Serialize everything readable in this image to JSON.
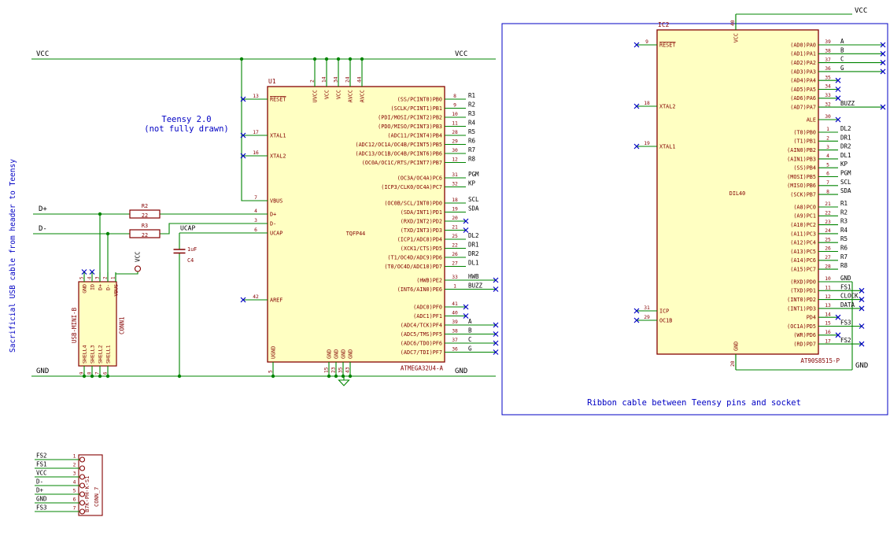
{
  "side_note": "Sacrificial USB cable from header to Teensy",
  "teensy_note": [
    "Teensy 2.0",
    "(not fully drawn)"
  ],
  "ribbon_note": "Ribbon cable between Teensy pins and socket",
  "power": {
    "vcc": "VCC",
    "gnd": "GND"
  },
  "nets": {
    "dplus": "D+",
    "dminus": "D-",
    "ucap": "UCAP"
  },
  "r2": {
    "ref": "R2",
    "value": "22"
  },
  "r3": {
    "ref": "R3",
    "value": "22"
  },
  "c4": {
    "ref": "C4",
    "value": "1uF"
  },
  "u1": {
    "ref": "U1",
    "package": "TQFP44",
    "part": "ATMEGA32U4-A",
    "left_pins": [
      {
        "name": "RESET",
        "num": "13",
        "nc": true,
        "bar": true
      },
      {
        "name": "XTAL1",
        "num": "17",
        "nc": true
      },
      {
        "name": "XTAL2",
        "num": "16",
        "nc": true
      },
      {
        "name": "VBUS",
        "num": "7"
      },
      {
        "name": "D+",
        "num": "4"
      },
      {
        "name": "D-",
        "num": "3"
      },
      {
        "name": "UCAP",
        "num": "6"
      },
      {
        "name": "AREF",
        "num": "42",
        "nc": true
      }
    ],
    "top_pins": [
      {
        "name": "UVCC",
        "num": "2"
      },
      {
        "name": "VCC",
        "num": "14"
      },
      {
        "name": "VCC",
        "num": "34"
      },
      {
        "name": "AVCC",
        "num": "24"
      },
      {
        "name": "AVCC",
        "num": "44"
      }
    ],
    "bottom_pins": [
      {
        "name": "UGND",
        "num": "5"
      },
      {
        "name": "GND",
        "num": "15"
      },
      {
        "name": "GND",
        "num": "23"
      },
      {
        "name": "GND",
        "num": "35"
      },
      {
        "name": "GND",
        "num": "43"
      }
    ],
    "right_pins": [
      {
        "name": "(SS/PCINT0)PB0",
        "num": "8",
        "net": "R1"
      },
      {
        "name": "(SCLK/PCINT1)PB1",
        "num": "9",
        "net": "R2"
      },
      {
        "name": "(PDI/MOSI/PCINT2)PB2",
        "num": "10",
        "net": "R3"
      },
      {
        "name": "(PDO/MISO/PCINT3)PB3",
        "num": "11",
        "net": "R4"
      },
      {
        "name": "(ADC11/PCINT4)PB4",
        "num": "28",
        "net": "R5"
      },
      {
        "name": "(ADC12/OC1A/OC4B/PCINT5)PB5",
        "num": "29",
        "net": "R6"
      },
      {
        "name": "(ADC13/OC1B/OC4B/PCINT6)PB6",
        "num": "30",
        "net": "R7"
      },
      {
        "name": "(OC0A/OC1C/RTS/PCINT7)PB7",
        "num": "12",
        "net": "R8"
      },
      {
        "name": "(OC3A/OC4A)PC6",
        "num": "31",
        "net": "PGM"
      },
      {
        "name": "(ICP3/CLK0/OC4A)PC7",
        "num": "32",
        "net": "KP"
      },
      {
        "name": "(OC0B/SCL/INT0)PD0",
        "num": "18",
        "net": "SCL"
      },
      {
        "name": "(SDA/INT1)PD1",
        "num": "19",
        "net": "SDA"
      },
      {
        "name": "(RXD/INT2)PD2",
        "num": "20",
        "nc": true
      },
      {
        "name": "(TXD/INT3)PD3",
        "num": "21",
        "nc": true
      },
      {
        "name": "(ICP1/ADC8)PD4",
        "num": "25",
        "net": "DL2"
      },
      {
        "name": "(XCK1/CTS)PD5",
        "num": "22",
        "net": "DR1"
      },
      {
        "name": "(T1/OC4D/ADC9)PD6",
        "num": "26",
        "net": "DR2"
      },
      {
        "name": "(T0/OC4D/ADC10)PD7",
        "num": "27",
        "net": "DL1"
      },
      {
        "name": "(HWB)PE2",
        "num": "33",
        "net": "HWB",
        "nc": true,
        "ext": true
      },
      {
        "name": "(INT6/AIN0)PE6",
        "num": "1",
        "net": "BUZZ",
        "nc": true,
        "ext": true
      },
      {
        "name": "(ADC0)PF0",
        "num": "41",
        "nc": true
      },
      {
        "name": "(ADC1)PF1",
        "num": "40",
        "nc": true
      },
      {
        "name": "(ADC4/TCK)PF4",
        "num": "39",
        "net": "A",
        "nc": true,
        "ext": true
      },
      {
        "name": "(ADC5/TMS)PF5",
        "num": "38",
        "net": "B",
        "nc": true,
        "ext": true
      },
      {
        "name": "(ADC6/TDO)PF6",
        "num": "37",
        "net": "C",
        "nc": true,
        "ext": true
      },
      {
        "name": "(ADC7/TDI)PF7",
        "num": "36",
        "net": "G",
        "nc": true,
        "ext": true
      }
    ]
  },
  "ic2": {
    "ref": "IC2",
    "package": "DIL40",
    "part": "AT90S8515-P",
    "left_pins": [
      {
        "name": "RESET",
        "num": "9",
        "nc": true,
        "bar": true
      },
      {
        "name": "XTAL2",
        "num": "18",
        "nc": true
      },
      {
        "name": "XTAL1",
        "num": "19",
        "nc": true
      },
      {
        "name": "ICP",
        "num": "31",
        "nc": true
      },
      {
        "name": "OC1B",
        "num": "29",
        "nc": true
      }
    ],
    "top_pins": [
      {
        "name": "VCC",
        "num": "40"
      }
    ],
    "bottom_pins": [
      {
        "name": "GND",
        "num": "20"
      }
    ],
    "right_pins": [
      {
        "name": "(AD0)PA0",
        "num": "39",
        "net": "A",
        "nc": true,
        "ext": true
      },
      {
        "name": "(AD1)PA1",
        "num": "38",
        "net": "B",
        "nc": true,
        "ext": true
      },
      {
        "name": "(AD2)PA2",
        "num": "37",
        "net": "C",
        "nc": true,
        "ext": true
      },
      {
        "name": "(AD3)PA3",
        "num": "36",
        "net": "G",
        "nc": true,
        "ext": true
      },
      {
        "name": "(AD4)PA4",
        "num": "35",
        "nc": true
      },
      {
        "name": "(AD5)PA5",
        "num": "34",
        "nc": true
      },
      {
        "name": "(AD6)PA6",
        "num": "33",
        "nc": true
      },
      {
        "name": "(AD7)PA7",
        "num": "32",
        "net": "BUZZ",
        "nc": true,
        "ext": true
      },
      {
        "name": "ALE",
        "num": "30",
        "nc": true
      },
      {
        "name": "(T0)PB0",
        "num": "1",
        "net": "DL2"
      },
      {
        "name": "(T1)PB1",
        "num": "2",
        "net": "DR1"
      },
      {
        "name": "(AIN0)PB2",
        "num": "3",
        "net": "DR2"
      },
      {
        "name": "(AIN1)PB3",
        "num": "4",
        "net": "DL1"
      },
      {
        "name": "(SS)PB4",
        "num": "5",
        "net": "KP"
      },
      {
        "name": "(MOSI)PB5",
        "num": "6",
        "net": "PGM"
      },
      {
        "name": "(MISO)PB6",
        "num": "7",
        "net": "SCL"
      },
      {
        "name": "(SCK)PB7",
        "num": "8",
        "net": "SDA"
      },
      {
        "name": "(A8)PC0",
        "num": "21",
        "net": "R1"
      },
      {
        "name": "(A9)PC1",
        "num": "22",
        "net": "R2"
      },
      {
        "name": "(A10)PC2",
        "num": "23",
        "net": "R3"
      },
      {
        "name": "(A11)PC3",
        "num": "24",
        "net": "R4"
      },
      {
        "name": "(A12)PC4",
        "num": "25",
        "net": "R5"
      },
      {
        "name": "(A13)PC5",
        "num": "26",
        "net": "R6"
      },
      {
        "name": "(A14)PC6",
        "num": "27",
        "net": "R7"
      },
      {
        "name": "(A15)PC7",
        "num": "28",
        "net": "R8"
      },
      {
        "name": "(RXD)PD0",
        "num": "10",
        "net": "GND",
        "drop": true
      },
      {
        "name": "(TXD)PD1",
        "num": "11",
        "net": "FS1",
        "nc": true,
        "ext": true
      },
      {
        "name": "(INT0)PD2",
        "num": "12",
        "net": "CLOCK",
        "nc": true,
        "ext": true
      },
      {
        "name": "(INT1)PD3",
        "num": "13",
        "net": "DATA",
        "nc": true,
        "ext": true
      },
      {
        "name": "PD4",
        "num": "14",
        "nc": true
      },
      {
        "name": "(OC1A)PD5",
        "num": "15",
        "net": "FS3",
        "nc": true,
        "ext": true
      },
      {
        "name": "(WR)PD6",
        "num": "16",
        "nc": true
      },
      {
        "name": "(RD)PD7",
        "num": "17",
        "net": "FS2",
        "nc": true,
        "ext": true
      }
    ]
  },
  "usb": {
    "value": "USB-MINI-B",
    "ref": "CONN1",
    "top_pins": [
      {
        "name": "GND",
        "num": "5",
        "nc": true
      },
      {
        "name": "ID",
        "num": "4",
        "nc": true
      },
      {
        "name": "D+",
        "num": "3"
      },
      {
        "name": "D-",
        "num": "2"
      },
      {
        "name": "VBUS",
        "num": "1"
      }
    ],
    "shell_pins": [
      {
        "name": "SHELL4",
        "num": "9"
      },
      {
        "name": "SHELL3",
        "num": "8"
      },
      {
        "name": "SHELL2",
        "num": "7"
      },
      {
        "name": "SHELL1",
        "num": "6"
      }
    ]
  },
  "conn7": {
    "value": "B7K-PH-K-S1",
    "ref": "CONN_7",
    "pins": [
      {
        "net": "FS2",
        "num": "1"
      },
      {
        "net": "FS1",
        "num": "2"
      },
      {
        "net": "VCC",
        "num": "3"
      },
      {
        "net": "D-",
        "num": "4"
      },
      {
        "net": "D+",
        "num": "5"
      },
      {
        "net": "GND",
        "num": "6"
      },
      {
        "net": "FS3",
        "num": "7"
      }
    ]
  },
  "colors": {
    "wire": "#008400",
    "component": "#840000",
    "fill": "#FFFFC2",
    "note": "#0000C4",
    "label": "#000000"
  }
}
